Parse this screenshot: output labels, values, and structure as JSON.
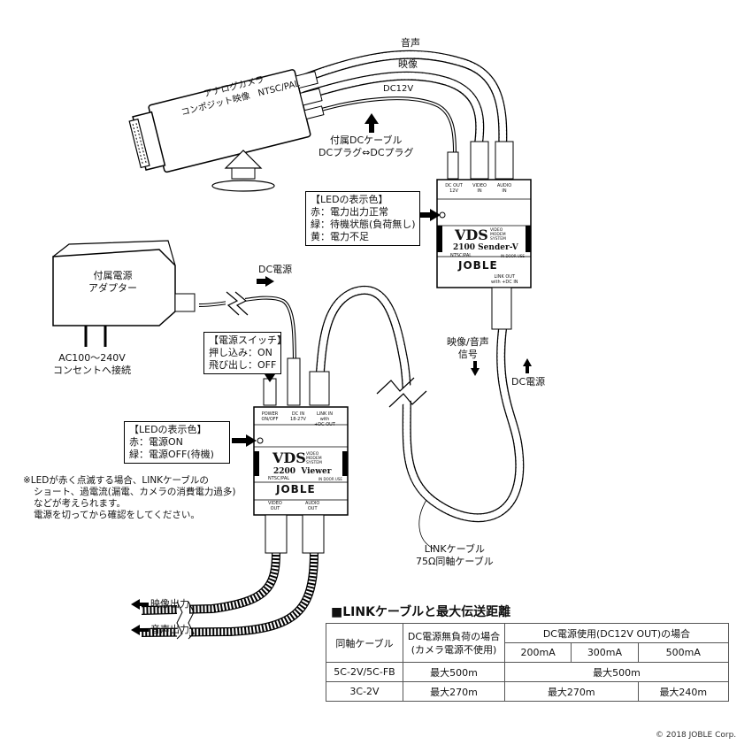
{
  "cables": {
    "audio": "音声",
    "video": "映像",
    "dc12v": "DC12V",
    "dc_power_top": "DC電源",
    "dc_power_right": "DC電源",
    "video_audio_signal_1": "映像/音声",
    "video_audio_signal_2": "信号",
    "link_cable_1": "LINKケーブル",
    "link_cable_2": "75Ω同軸ケーブル",
    "video_out": "映像出力",
    "audio_out": "音声出力"
  },
  "camera": {
    "line1": "アナログカメラ",
    "line2": "コンポジット映像",
    "line3": "NTSC/PAL"
  },
  "dc_cable_note": {
    "line1": "付属DCケーブル",
    "line2": "DCプラグ⇔DCプラグ"
  },
  "adapter": {
    "line1": "付属電源",
    "line2": "アダプター",
    "ac_line1": "AC100～240V",
    "ac_line2": "コンセントへ接続"
  },
  "sender_led_box": {
    "title": "【LEDの表示色】",
    "red": "赤：電力出力正常",
    "green": "緑：待機状態(負荷無し)",
    "yellow": "黄：電力不足"
  },
  "switch_box": {
    "title": "【電源スイッチ】",
    "on": "押し込み：ON",
    "off": "飛び出し：OFF"
  },
  "viewer_led_box": {
    "title": "【LEDの表示色】",
    "red": "赤：電源ON",
    "green": "緑：電源OFF(待機)"
  },
  "warning": {
    "line1": "※LEDが赤く点滅する場合、LINKケーブルの",
    "line2": "ショート、過電流(漏電、カメラの消費電力過多)",
    "line3": "などが考えられます。",
    "line4": "電源を切ってから確認をしてください。"
  },
  "sender": {
    "port_dc_out": "DC OUT",
    "port_dc_out_v": "12V",
    "port_video": "VIDEO",
    "port_video_in": "IN",
    "port_audio": "AUDIO",
    "port_audio_in": "IN",
    "brand": "VDS",
    "sub1": "VIDEO",
    "sub2": "MODEM",
    "sub3": "SYSTEM",
    "model": "2100 Sender-V",
    "format": "NTSC/PAL",
    "indoor": "IN DOOR USE",
    "maker": "JOBLE",
    "link_out": "LINK OUT",
    "link_out2": "with +DC IN"
  },
  "viewer": {
    "port_power": "POWER",
    "port_power2": "ON/OFF",
    "port_dcin": "DC IN",
    "port_dcin2": "18-27V",
    "port_linkin": "LINK IN",
    "port_linkin2": "with",
    "port_linkin3": "+DC OUT",
    "brand": "VDS",
    "sub1": "VIDEO",
    "sub2": "MODEM",
    "sub3": "SYSTEM",
    "model": "2200  Viewer",
    "format": "NTSC/PAL",
    "indoor": "IN DOOR USE",
    "maker": "JOBLE",
    "video_out": "VIDEO",
    "video_out2": "OUT",
    "audio_out": "AUDIO",
    "audio_out2": "OUT"
  },
  "table": {
    "title": "■LINKケーブルと最大伝送距離",
    "h_cable": "同軸ケーブル",
    "h_noload_1": "DC電源無負荷の場合",
    "h_noload_2": "(カメラ電源不使用)",
    "h_dc": "DC電源使用(DC12V OUT)の場合",
    "h_200": "200mA",
    "h_300": "300mA",
    "h_500": "500mA",
    "rows": [
      {
        "cable": "5C-2V/5C-FB",
        "noload": "最大500m",
        "dc_all": "最大500m"
      },
      {
        "cable": "3C-2V",
        "noload": "最大270m",
        "dc_200_300": "最大270m",
        "dc_500": "最大240m"
      }
    ]
  },
  "copyright": "© 2018 JOBLE Corp."
}
